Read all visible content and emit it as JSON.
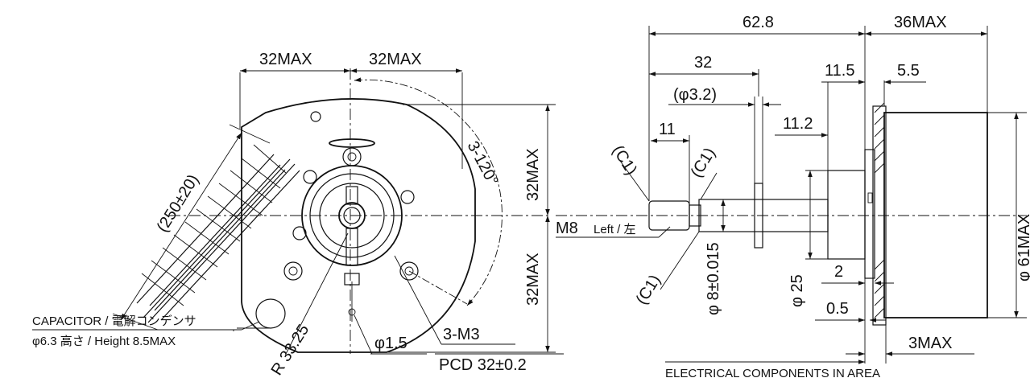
{
  "front_view": {
    "dims": {
      "half_width_left": "32MAX",
      "half_width_right": "32MAX",
      "half_height_top": "32MAX",
      "half_height_bottom": "32MAX",
      "angle": "3-120°",
      "lead_length": "(250±20)",
      "radius": "R 33.25",
      "pin_dia": "φ1.5",
      "holes": "3-M3",
      "pcd": "PCD 32±0.2"
    },
    "capacitor_label": "CAPACITOR / 電解コンデンサ",
    "capacitor_size": "φ6.3 高さ / Height 8.5MAX"
  },
  "side_view": {
    "dims": {
      "total_length": "62.8",
      "body_length": "36MAX",
      "shaft_32": "32",
      "hole_dia": "(φ3.2)",
      "thread_11": "11",
      "d_11_5": "11.5",
      "d_5_5": "5.5",
      "d_11_2": "11.2",
      "chamfer_1": "(C1)",
      "chamfer_2": "(C1)",
      "chamfer_3": "(C1)",
      "thread_main": "M8",
      "thread_dir": "Left / 左",
      "shaft_dia": "φ 8±0.015",
      "boss_dia": "φ 25",
      "d_2": "2",
      "d_0_5": "0.5",
      "flange_max": "3MAX",
      "body_dia": "φ 61MAX"
    },
    "footnote": "ELECTRICAL COMPONENTS IN AREA"
  }
}
